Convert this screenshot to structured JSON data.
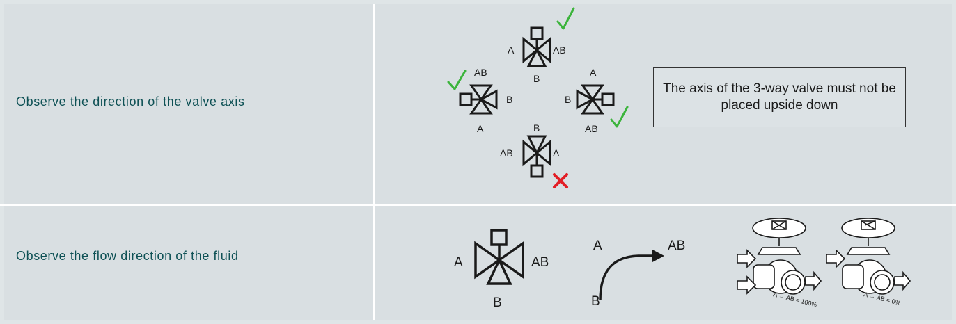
{
  "rows": [
    {
      "label": "Observe the direction of the valve axis",
      "note": "The axis of the 3-way valve must not be placed upside down",
      "valves": [
        {
          "left": "A",
          "right": "AB",
          "bottom": "B",
          "status": "correct"
        },
        {
          "left": "",
          "top": "AB",
          "right": "B",
          "bottom": "A",
          "status": "correct"
        },
        {
          "left": "B",
          "top": "A",
          "bottom": "AB",
          "status": "correct"
        },
        {
          "left": "AB",
          "top": "B",
          "right": "A",
          "status": "incorrect"
        }
      ]
    },
    {
      "label": "Observe the flow direction of the fluid",
      "valve_labels": {
        "left": "A",
        "right": "AB",
        "bottom": "B"
      },
      "flow_labels": {
        "a": "A",
        "ab": "AB",
        "b": "B"
      },
      "captions": [
        "A → AB = 100%",
        "A → AB = 0%"
      ]
    }
  ],
  "colors": {
    "label_text": "#0e5155",
    "check": "#3cb43c",
    "cross": "#e21e26",
    "cell_bg": "#d9dfe2"
  },
  "icons": [
    "checkmark-icon",
    "cross-icon",
    "three-way-valve-icon",
    "flow-arrow-icon",
    "valve-actuator-icon"
  ]
}
